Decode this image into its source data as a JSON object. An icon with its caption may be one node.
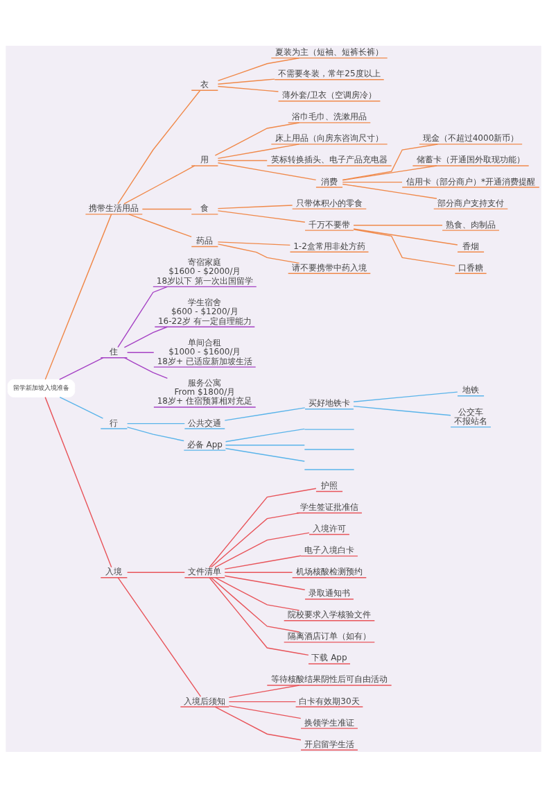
{
  "diagram": {
    "nodes": [
      {
        "text": [
          "留学新加坡入境准备"
        ]
      },
      {
        "text": [
          "携带生活用品"
        ]
      },
      {
        "text": [
          "衣"
        ]
      },
      {
        "text": [
          "夏装为主（短袖、短裤长裤）"
        ]
      },
      {
        "text": [
          "不需要冬装，常年25度以上"
        ]
      },
      {
        "text": [
          "薄外套/卫衣（空调房冷）"
        ]
      },
      {
        "text": [
          "用"
        ]
      },
      {
        "text": [
          "浴巾毛巾、洗漱用品"
        ]
      },
      {
        "text": [
          "床上用品（向房东咨询尺寸）"
        ]
      },
      {
        "text": [
          "英标转换插头、电子产品充电器"
        ]
      },
      {
        "text": [
          "消费"
        ]
      },
      {
        "text": [
          "现金（不超过4000新币）"
        ]
      },
      {
        "text": [
          "储蓄卡（开通国外取现功能）"
        ]
      },
      {
        "text": [
          "信用卡（部分商户）*开通消费提醒"
        ]
      },
      {
        "text": [
          "部分商户支持支付"
        ]
      },
      {
        "text": [
          "食"
        ]
      },
      {
        "text": [
          "只带体积小的零食"
        ]
      },
      {
        "text": [
          "千万不要带"
        ]
      },
      {
        "text": [
          "熟食、肉制品"
        ]
      },
      {
        "text": [
          "香烟"
        ]
      },
      {
        "text": [
          "口香糖"
        ]
      },
      {
        "text": [
          "药品"
        ]
      },
      {
        "text": [
          "1-2盒常用非处方药"
        ]
      },
      {
        "text": [
          "请不要携带中药入境"
        ]
      },
      {
        "text": [
          "住"
        ]
      },
      {
        "text": [
          "寄宿家庭",
          "$1600 - $2000/月",
          "18岁以下 第一次出国留学"
        ]
      },
      {
        "text": [
          "学生宿舍",
          "$600 - $1200/月",
          "16-22岁 有一定自理能力"
        ]
      },
      {
        "text": [
          "单间合租",
          "$1000 - $1600/月",
          "18岁+ 已适应新加坡生活"
        ]
      },
      {
        "text": [
          "服务公寓",
          "From $1800/月",
          "18岁+ 住宿预算相对充足"
        ]
      },
      {
        "text": [
          "行"
        ]
      },
      {
        "text": [
          "公共交通"
        ]
      },
      {
        "text": [
          "买好地铁卡"
        ]
      },
      {
        "text": [
          "地铁"
        ]
      },
      {
        "text": [
          "公交车",
          "不报站名"
        ]
      },
      {
        "text": [
          "必备 App"
        ]
      },
      {
        "text": [],
        "shape": "bar"
      },
      {
        "text": [],
        "shape": "bar"
      },
      {
        "text": [],
        "shape": "bar"
      },
      {
        "text": [
          "入境"
        ]
      },
      {
        "text": [
          "文件清单"
        ]
      },
      {
        "text": [
          "护照"
        ]
      },
      {
        "text": [
          "学生签证批准信"
        ]
      },
      {
        "text": [
          "入境许可"
        ]
      },
      {
        "text": [
          "电子入境白卡"
        ]
      },
      {
        "text": [
          "机场核酸检测预约"
        ]
      },
      {
        "text": [
          "录取通知书"
        ]
      },
      {
        "text": [
          "院校要求入学核验文件"
        ]
      },
      {
        "text": [
          "隔离酒店订单（如有）"
        ]
      },
      {
        "text": [
          "下载 App"
        ]
      },
      {
        "text": [
          "入境后须知"
        ]
      },
      {
        "text": [
          "等待核酸结果阴性后可自由活动"
        ]
      },
      {
        "text": [
          "白卡有效期30天"
        ]
      },
      {
        "text": [
          "换领学生准证"
        ]
      },
      {
        "text": [
          "开启留学生活"
        ]
      }
    ],
    "edges": [
      {
        "from": 0,
        "to": 1,
        "arrow": "none"
      },
      {
        "from": 1,
        "to": 2,
        "arrow": "none"
      },
      {
        "from": 2,
        "to": 3,
        "arrow": "none"
      },
      {
        "from": 2,
        "to": 4,
        "arrow": "none"
      },
      {
        "from": 2,
        "to": 5,
        "arrow": "none"
      },
      {
        "from": 1,
        "to": 6,
        "arrow": "none"
      },
      {
        "from": 6,
        "to": 7,
        "arrow": "none"
      },
      {
        "from": 6,
        "to": 8,
        "arrow": "none"
      },
      {
        "from": 6,
        "to": 9,
        "arrow": "none"
      },
      {
        "from": 6,
        "to": 10,
        "arrow": "none"
      },
      {
        "from": 10,
        "to": 11,
        "arrow": "none"
      },
      {
        "from": 10,
        "to": 12,
        "arrow": "none"
      },
      {
        "from": 10,
        "to": 13,
        "arrow": "none"
      },
      {
        "from": 10,
        "to": 14,
        "arrow": "none"
      },
      {
        "from": 1,
        "to": 15,
        "arrow": "none"
      },
      {
        "from": 15,
        "to": 16,
        "arrow": "none"
      },
      {
        "from": 15,
        "to": 17,
        "arrow": "none"
      },
      {
        "from": 17,
        "to": 18,
        "arrow": "none"
      },
      {
        "from": 17,
        "to": 19,
        "arrow": "none"
      },
      {
        "from": 17,
        "to": 20,
        "arrow": "none"
      },
      {
        "from": 1,
        "to": 21,
        "arrow": "none"
      },
      {
        "from": 21,
        "to": 22,
        "arrow": "none"
      },
      {
        "from": 21,
        "to": 23,
        "arrow": "none"
      },
      {
        "from": 0,
        "to": 24,
        "arrow": "none",
        "color": "#a541c4"
      },
      {
        "from": 24,
        "to": 25,
        "arrow": "none",
        "color": "#a541c4"
      },
      {
        "from": 24,
        "to": 26,
        "arrow": "none",
        "color": "#a541c4"
      },
      {
        "from": 24,
        "to": 27,
        "arrow": "none",
        "color": "#a541c4"
      },
      {
        "from": 24,
        "to": 28,
        "arrow": "none",
        "color": "#a541c4"
      },
      {
        "from": 0,
        "to": 29,
        "arrow": "none",
        "color": "#5ab4ea"
      },
      {
        "from": 29,
        "to": 30,
        "arrow": "none",
        "color": "#5ab4ea"
      },
      {
        "from": 30,
        "to": 31,
        "arrow": "none",
        "color": "#5ab4ea"
      },
      {
        "from": 31,
        "to": 32,
        "arrow": "none",
        "color": "#5ab4ea"
      },
      {
        "from": 31,
        "to": 33,
        "arrow": "none",
        "color": "#5ab4ea"
      },
      {
        "from": 29,
        "to": 34,
        "arrow": "none",
        "color": "#5ab4ea"
      },
      {
        "from": 34,
        "to": 35,
        "arrow": "none",
        "color": "#5ab4ea"
      },
      {
        "from": 34,
        "to": 36,
        "arrow": "none",
        "color": "#5ab4ea"
      },
      {
        "from": 34,
        "to": 37,
        "arrow": "none",
        "color": "#5ab4ea"
      },
      {
        "from": 0,
        "to": 38,
        "arrow": "none",
        "color": "#e8545a"
      },
      {
        "from": 38,
        "to": 39,
        "arrow": "none",
        "color": "#e8545a"
      },
      {
        "from": 39,
        "to": 40,
        "arrow": "none",
        "color": "#e8545a"
      },
      {
        "from": 39,
        "to": 41,
        "arrow": "none",
        "color": "#e8545a"
      },
      {
        "from": 39,
        "to": 42,
        "arrow": "none",
        "color": "#e8545a"
      },
      {
        "from": 39,
        "to": 43,
        "arrow": "none",
        "color": "#e8545a"
      },
      {
        "from": 39,
        "to": 44,
        "arrow": "none",
        "color": "#e8545a"
      },
      {
        "from": 39,
        "to": 45,
        "arrow": "none",
        "color": "#e8545a"
      },
      {
        "from": 39,
        "to": 46,
        "arrow": "none",
        "color": "#e8545a"
      },
      {
        "from": 39,
        "to": 47,
        "arrow": "none",
        "color": "#e8545a"
      },
      {
        "from": 39,
        "to": 48,
        "arrow": "none",
        "color": "#e8545a"
      },
      {
        "from": 38,
        "to": 49,
        "arrow": "none",
        "color": "#e8545a"
      },
      {
        "from": 49,
        "to": 50,
        "arrow": "none",
        "color": "#e8545a"
      },
      {
        "from": 49,
        "to": 51,
        "arrow": "none",
        "color": "#e8545a"
      },
      {
        "from": 49,
        "to": 52,
        "arrow": "none",
        "color": "#e8545a"
      },
      {
        "from": 49,
        "to": 53,
        "arrow": "none",
        "color": "#e8545a"
      }
    ]
  }
}
